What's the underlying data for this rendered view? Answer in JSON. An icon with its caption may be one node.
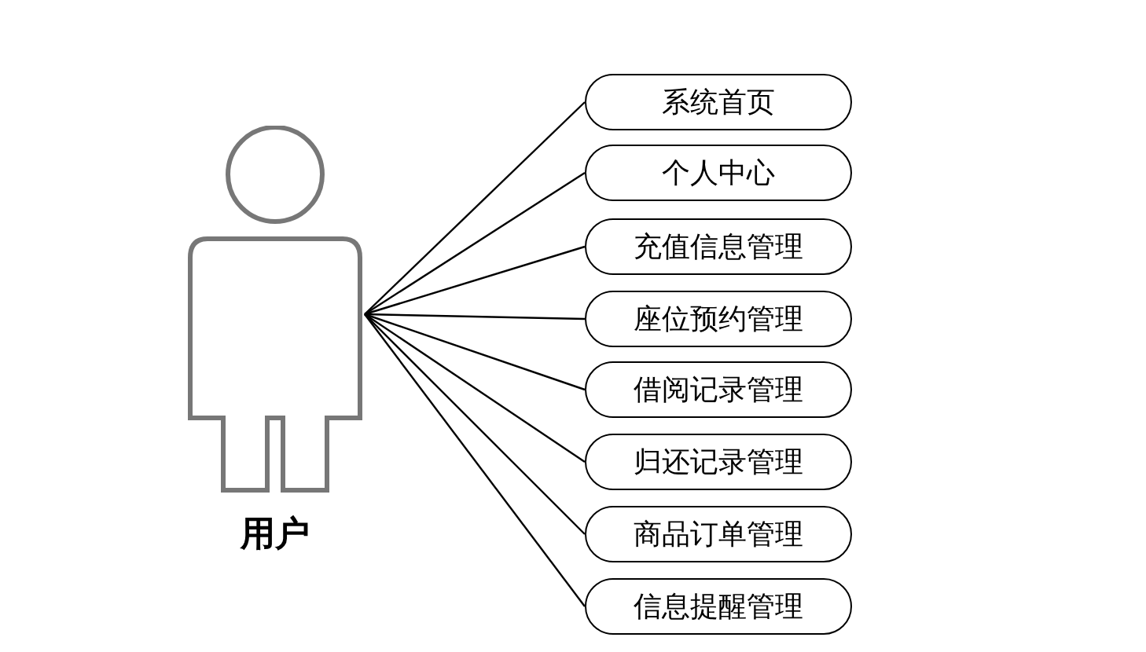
{
  "diagram": {
    "nodes": [
      {
        "text": [
          "用户"
        ]
      },
      {
        "text": [
          "系统首页"
        ]
      },
      {
        "text": [
          "个人中心"
        ]
      },
      {
        "text": [
          "充值信息管理"
        ]
      },
      {
        "text": [
          "座位预约管理"
        ]
      },
      {
        "text": [
          "借阅记录管理"
        ]
      },
      {
        "text": [
          "归还记录管理"
        ]
      },
      {
        "text": [
          "商品订单管理"
        ]
      },
      {
        "text": [
          "信息提醒管理"
        ]
      }
    ],
    "edges": [
      {
        "from": 0,
        "to": 1,
        "arrow": "none"
      },
      {
        "from": 0,
        "to": 2,
        "arrow": "none"
      },
      {
        "from": 0,
        "to": 3,
        "arrow": "none"
      },
      {
        "from": 0,
        "to": 4,
        "arrow": "none"
      },
      {
        "from": 0,
        "to": 5,
        "arrow": "none"
      },
      {
        "from": 0,
        "to": 6,
        "arrow": "none"
      },
      {
        "from": 0,
        "to": 7,
        "arrow": "none"
      },
      {
        "from": 0,
        "to": 8,
        "arrow": "none"
      }
    ]
  }
}
